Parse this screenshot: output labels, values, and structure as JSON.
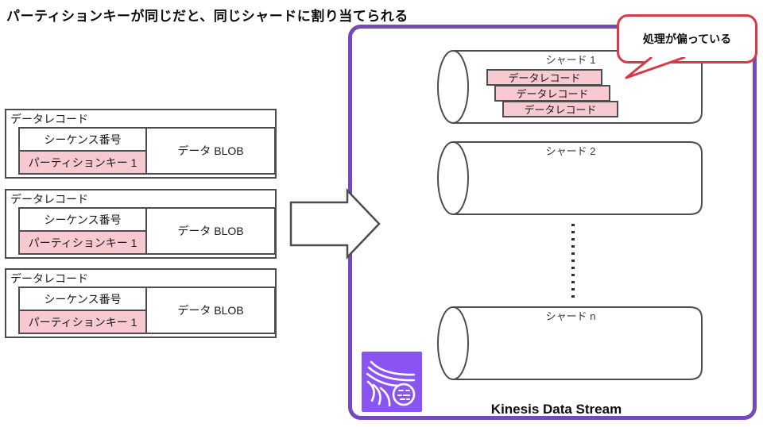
{
  "title": "パーティションキーが同じだと、同じシャードに割り当てられる",
  "record_boxes": [
    {
      "label": "データレコード",
      "sequence": "シーケンス番号",
      "partition_key": "パーティションキー 1",
      "blob": "データ BLOB"
    },
    {
      "label": "データレコード",
      "sequence": "シーケンス番号",
      "partition_key": "パーティションキー 1",
      "blob": "データ BLOB"
    },
    {
      "label": "データレコード",
      "sequence": "シーケンス番号",
      "partition_key": "パーティションキー 1",
      "blob": "データ BLOB"
    }
  ],
  "stream": {
    "caption": "Kinesis Data Stream",
    "icon": "kinesis-icon",
    "shard1": {
      "label": "シャード 1",
      "records": [
        "データレコード",
        "データレコード",
        "データレコード"
      ]
    },
    "shard2": {
      "label": "シャード 2"
    },
    "shardn": {
      "label": "シャード n"
    }
  },
  "callout": {
    "text": "処理が偏っている"
  },
  "colors": {
    "stream_border_purple": "#7349bc",
    "kinesis_icon_purple": "#8a54f2",
    "record_pink": "#f9c9d1",
    "callout_red": "#d63a4a",
    "line_gray": "#4d4d4d"
  }
}
